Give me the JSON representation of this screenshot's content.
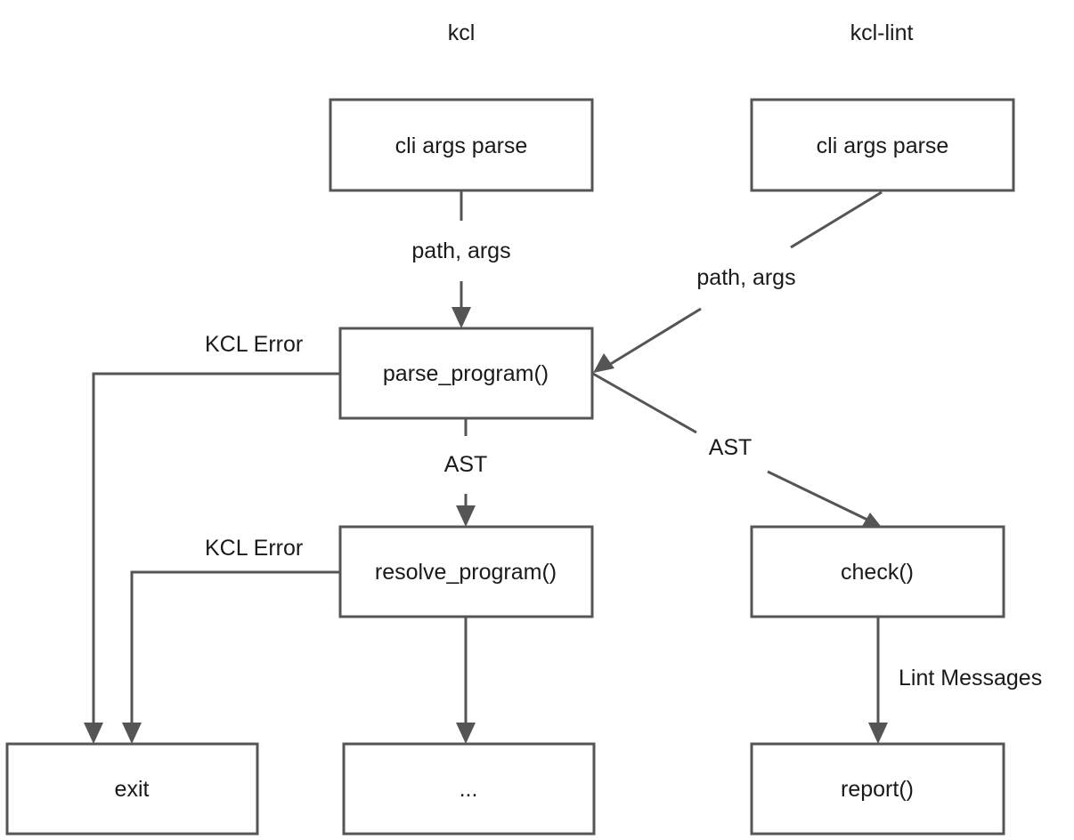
{
  "columns": {
    "kcl": "kcl",
    "kcl_lint": "kcl-lint"
  },
  "nodes": {
    "kcl_cli_parse": "cli args parse",
    "lint_cli_parse": "cli args parse",
    "parse_program": "parse_program()",
    "resolve_program": "resolve_program()",
    "check": "check()",
    "exit": "exit",
    "ellipsis": "...",
    "report": "report()"
  },
  "edge_labels": {
    "kcl_path_args": "path, args",
    "lint_path_args": "path, args",
    "parse_error": "KCL Error",
    "resolve_error": "KCL Error",
    "ast_down": "AST",
    "ast_lint": "AST",
    "lint_messages": "Lint Messages"
  },
  "colors": {
    "stroke": "#555555",
    "text": "#1a1a1a",
    "background": "#ffffff"
  }
}
